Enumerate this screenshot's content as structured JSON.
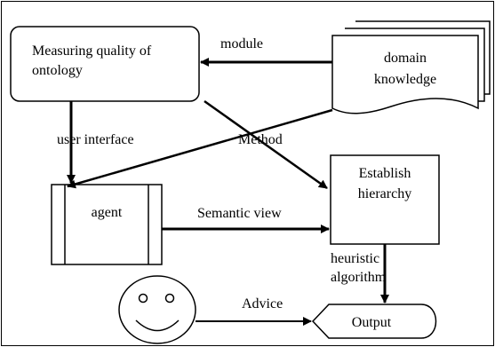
{
  "nodes": {
    "measuring": {
      "line1": "Measuring quality of",
      "line2": "ontology"
    },
    "domain": {
      "line1": "domain",
      "line2": "knowledge"
    },
    "hierarchy": {
      "line1": "Establish",
      "line2": "hierarchy"
    },
    "agent": {
      "label": "agent"
    },
    "output": {
      "label": "Output"
    }
  },
  "edges": {
    "module": "module",
    "user_interface": "user interface",
    "method": "Method",
    "semantic_view": "Semantic view",
    "heuristic_line1": "heuristic",
    "heuristic_line2": "algorithm",
    "advice": "Advice"
  },
  "user_icon": "smiley-face-icon"
}
